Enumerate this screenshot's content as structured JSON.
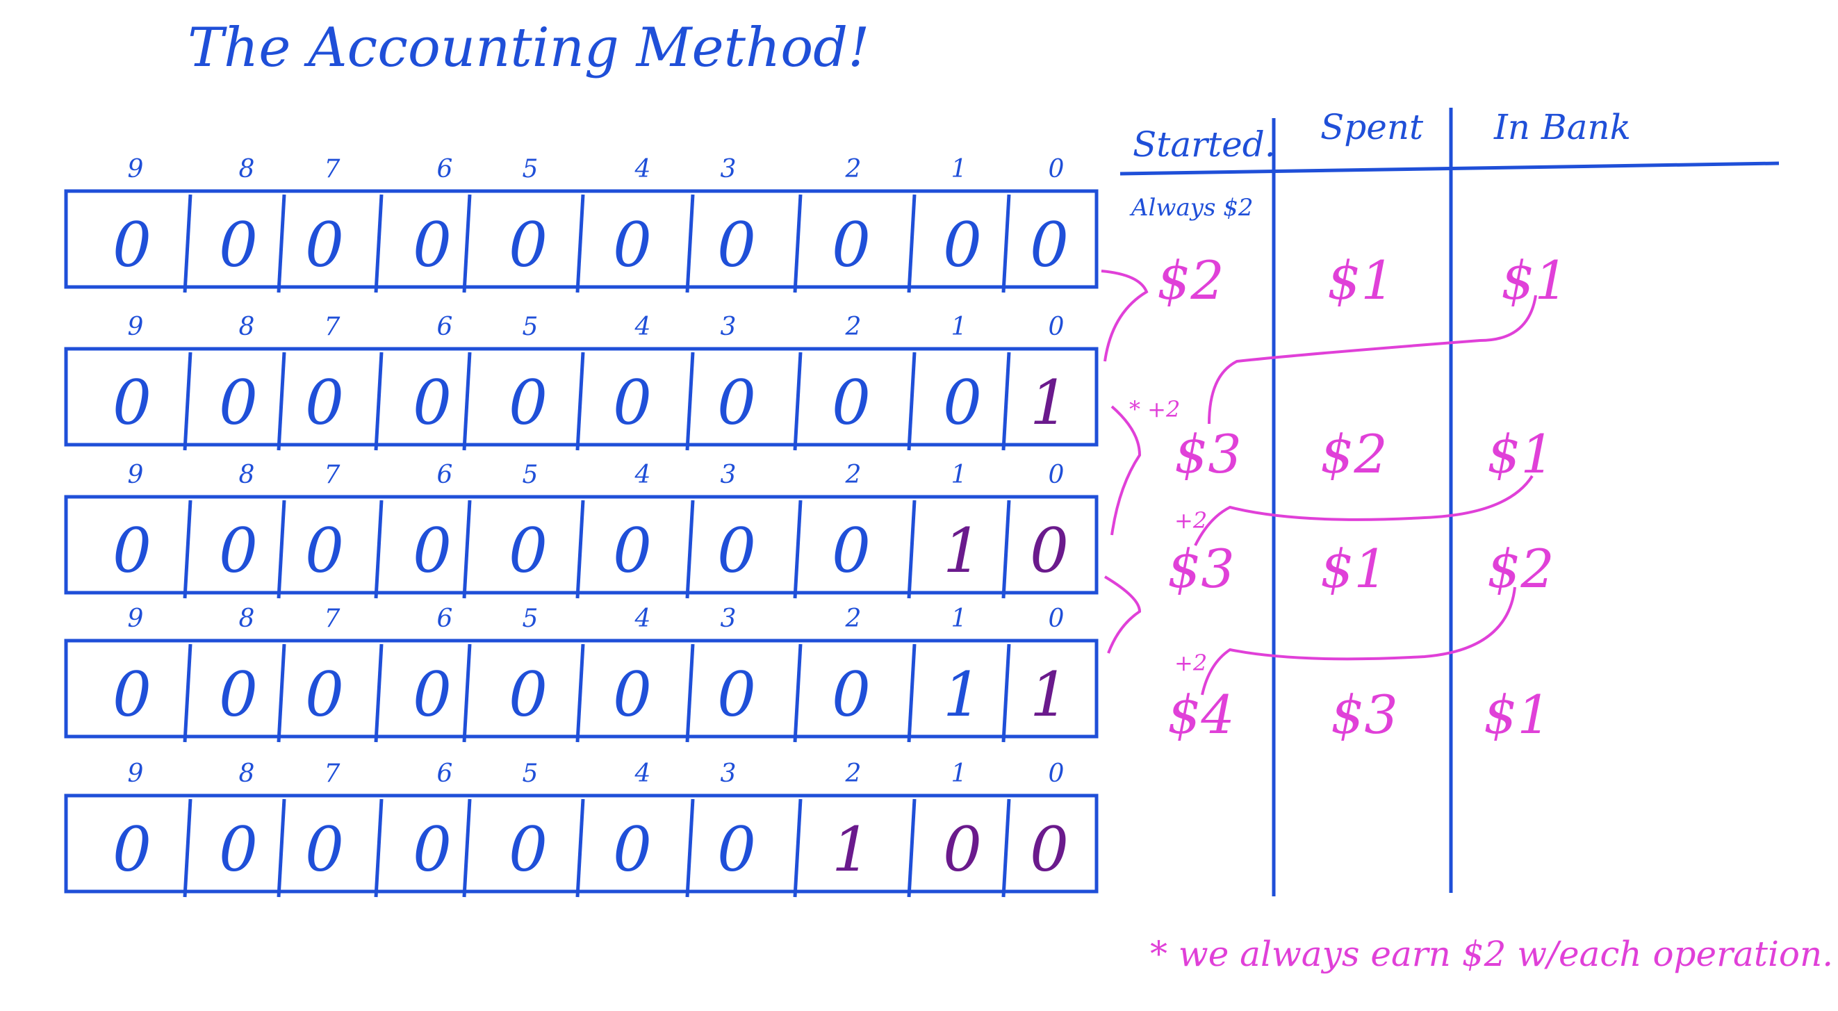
{
  "title": "The Accounting Method!",
  "bit_indices": [
    "9",
    "8",
    "7",
    "6",
    "5",
    "4",
    "3",
    "2",
    "1",
    "0"
  ],
  "counter_rows": [
    {
      "bits": [
        "0",
        "0",
        "0",
        "0",
        "0",
        "0",
        "0",
        "0",
        "0",
        "0"
      ],
      "changed": []
    },
    {
      "bits": [
        "0",
        "0",
        "0",
        "0",
        "0",
        "0",
        "0",
        "0",
        "0",
        "1"
      ],
      "changed": [
        9
      ]
    },
    {
      "bits": [
        "0",
        "0",
        "0",
        "0",
        "0",
        "0",
        "0",
        "0",
        "1",
        "0"
      ],
      "changed": [
        8,
        9
      ]
    },
    {
      "bits": [
        "0",
        "0",
        "0",
        "0",
        "0",
        "0",
        "0",
        "0",
        "1",
        "1"
      ],
      "changed": [
        9
      ]
    },
    {
      "bits": [
        "0",
        "0",
        "0",
        "0",
        "0",
        "0",
        "0",
        "1",
        "0",
        "0"
      ],
      "changed": [
        7,
        8,
        9
      ]
    }
  ],
  "table": {
    "headers": [
      "Started.",
      "Spent",
      "In Bank"
    ],
    "subheader": "Always $2",
    "rows": [
      {
        "started": "$2",
        "spent": "$1",
        "bank": "$1"
      },
      {
        "started": "$3",
        "spent": "$2",
        "bank": "$1"
      },
      {
        "started": "$3",
        "spent": "$1",
        "bank": "$2"
      },
      {
        "started": "$4",
        "spent": "$3",
        "bank": "$1"
      }
    ],
    "carry_labels": [
      "* +2",
      "+2",
      "+2"
    ]
  },
  "footnote": "* we always earn $2 w/each operation.",
  "colors": {
    "blue": "#1f4fd8",
    "magenta": "#e040d8",
    "purple": "#6a1a8c"
  }
}
